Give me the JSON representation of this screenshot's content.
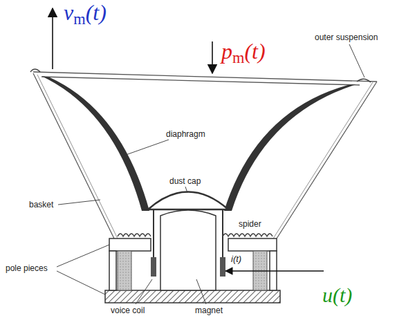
{
  "diagram": {
    "labels": [
      "vm(t)",
      "pm(t)",
      "outer suspension",
      "diaphragm",
      "basket",
      "dust cap",
      "spider",
      "i(t)",
      "u(t)",
      "pole pieces",
      "voice coil",
      "magnet"
    ]
  }
}
